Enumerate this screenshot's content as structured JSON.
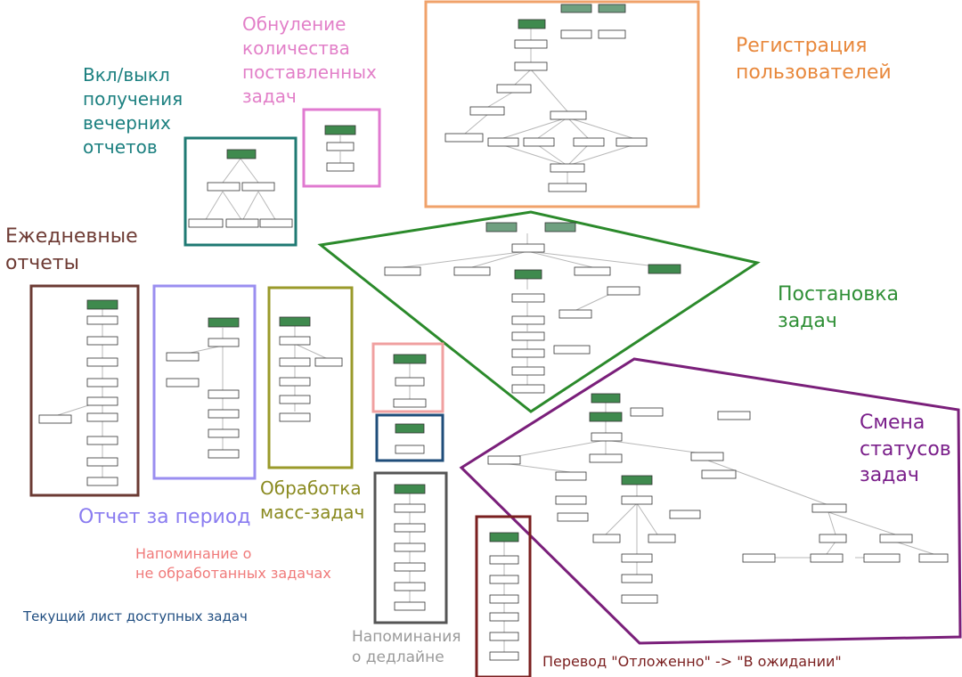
{
  "colors": {
    "orange": "#f0a26a",
    "orange_text": "#e8883c",
    "green": "#2b8a2b",
    "green_text": "#2f8f36",
    "purple": "#7a1f7a",
    "purple_text": "#7a1f8a",
    "teal": "#1f7a73",
    "teal_text": "#1c8080",
    "pink": "#e07ad0",
    "pink_text": "#e27fc8",
    "brown": "#6b3a33",
    "brown_text": "#6e3b34",
    "lavender": "#9a8ef0",
    "lavender_text": "#8a7cf0",
    "olive": "#9a9a2a",
    "olive_text": "#8a8a20",
    "salmon": "#f0a0a0",
    "salmon_text": "#f07a7a",
    "navy": "#1f4d7a",
    "navy_text": "#1f4d80",
    "gray": "#555555",
    "gray_text": "#9a9a9a",
    "darkred": "#7a1f1f",
    "darkred_text": "#7a1f1f"
  },
  "labels": {
    "evening_reports": "Вкл/выкл\nполучения\nвечерних\nотчетов",
    "reset_tasks": "Обнуление\nколичества\nпоставленных\nзадач",
    "user_registration": "Регистрация\nпользователей",
    "daily_reports": "Ежедневные\nотчеты",
    "task_setting": "Постановка\nзадач",
    "status_change": "Смена\nстатусов\nзадач",
    "period_report": "Отчет за период",
    "mass_tasks": "Обработка\nмасс-задач",
    "unprocessed_reminder": "Напоминание о\nне обработанных задачах",
    "current_sheet": "Текущий лист доступных задач",
    "deadline_reminder": "Напоминания\nо дедлайне",
    "postponed_transfer": "Перевод \"Отложенно\" -> \"В ожидании\""
  }
}
